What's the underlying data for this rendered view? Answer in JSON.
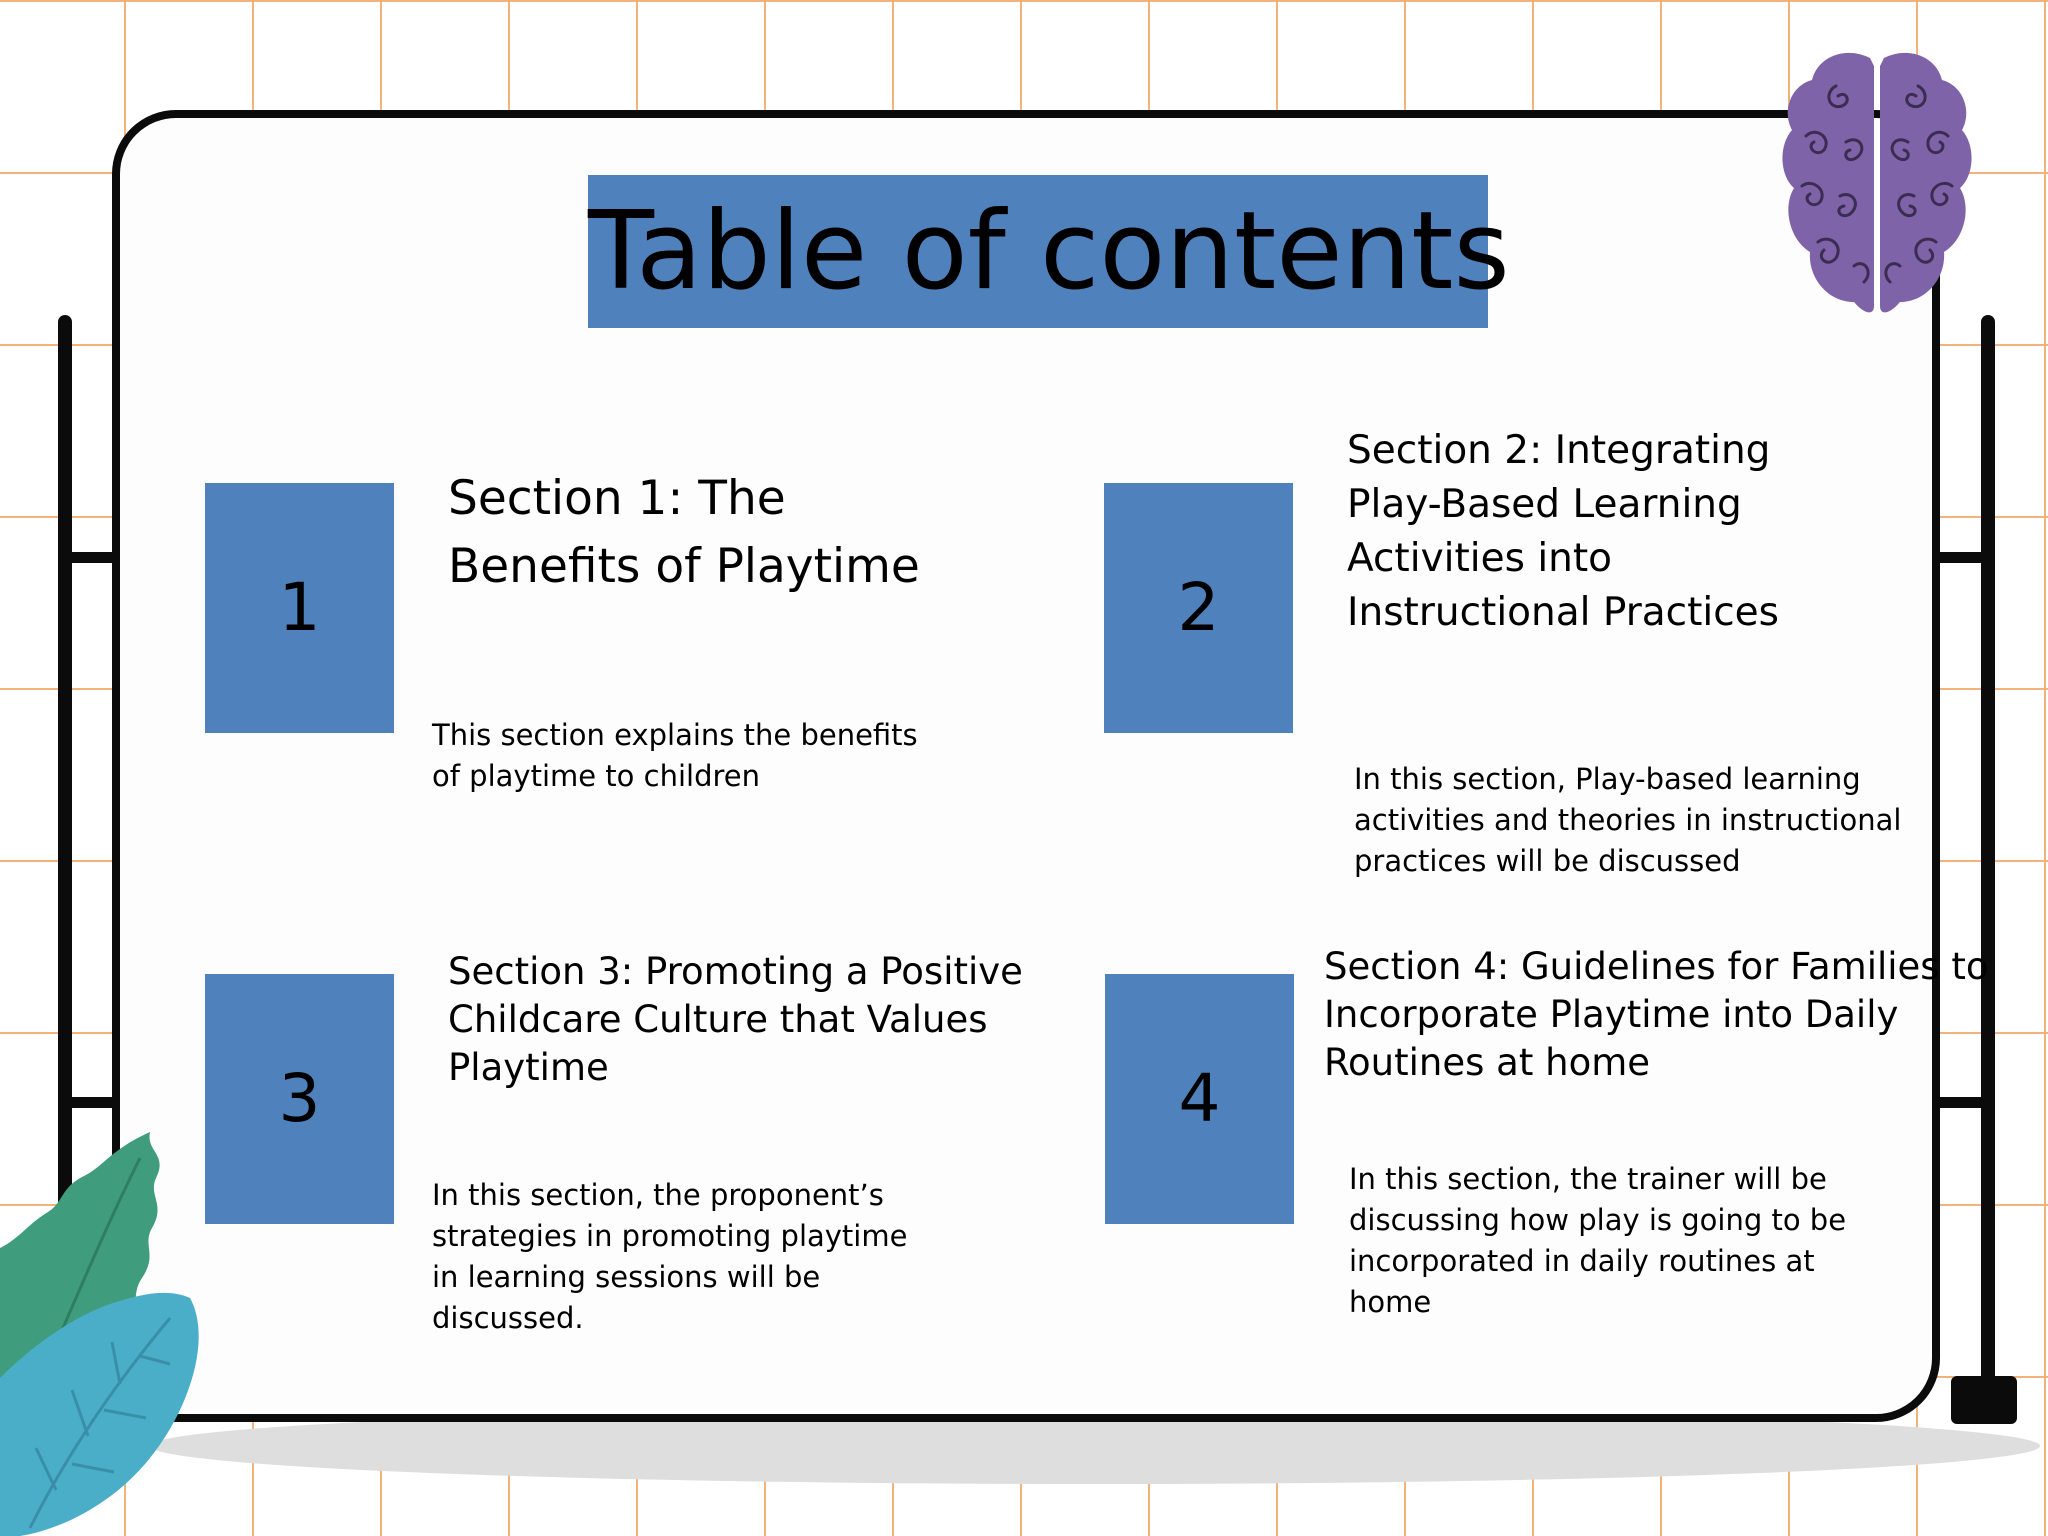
{
  "title": "Table of contents",
  "sections": [
    {
      "number": "1",
      "heading_line1": "Section 1: The",
      "heading_line2": "Benefits of Playtime",
      "desc_line1": "This section explains the benefits",
      "desc_line2": "of playtime to children"
    },
    {
      "number": "2",
      "heading_line1": "Section 2: Integrating",
      "heading_line2": "Play-Based Learning",
      "heading_line3": "Activities into",
      "heading_line4": "Instructional Practices",
      "desc_line1": "In this section, Play-based learning",
      "desc_line2": "activities and theories in instructional",
      "desc_line3": "practices will be discussed"
    },
    {
      "number": "3",
      "heading_line1": "Section 3: Promoting a Positive",
      "heading_line2": "Childcare Culture that Values",
      "heading_line3": "Playtime",
      "desc_line1": "In this section, the proponent’s",
      "desc_line2": "strategies in promoting playtime",
      "desc_line3": "in learning sessions will be",
      "desc_line4": "discussed."
    },
    {
      "number": "4",
      "heading_line1": "Section 4: Guidelines for Families to",
      "heading_line2": "Incorporate Playtime into Daily",
      "heading_line3": "Routines at home",
      "desc_line1": "In this section, the trainer will be",
      "desc_line2": "discussing how play is going to be",
      "desc_line3": "incorporated in daily routines at",
      "desc_line4": "home"
    }
  ],
  "colors": {
    "accent_blue": "#4f81bd",
    "grid_orange": "#f2b27c",
    "brain_purple": "#7f63a8",
    "leaf_green": "#3f9c7c",
    "leaf_blue": "#4aaec9"
  },
  "icons": {
    "brain": "brain-icon",
    "leaves": "leaf-icon"
  }
}
